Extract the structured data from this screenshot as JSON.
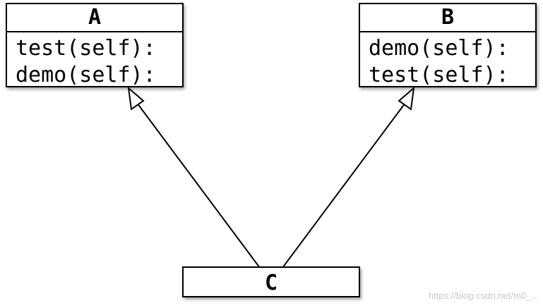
{
  "classes": {
    "a": {
      "name": "A",
      "methods": [
        "test(self):",
        "demo(self):"
      ]
    },
    "b": {
      "name": "B",
      "methods": [
        "demo(self):",
        "test(self):"
      ]
    },
    "c": {
      "name": "C"
    }
  },
  "relations": [
    {
      "from": "C",
      "to": "A",
      "type": "inheritance"
    },
    {
      "from": "C",
      "to": "B",
      "type": "inheritance"
    }
  ],
  "watermark": "https://blog.csdn.net/m0_..."
}
